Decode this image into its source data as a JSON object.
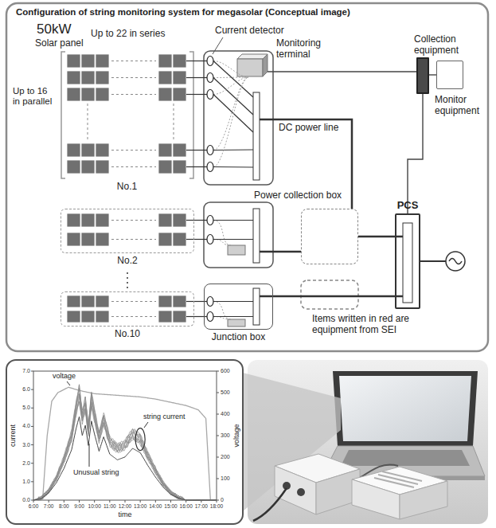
{
  "diagram": {
    "title": "Configuration of string monitoring system for megasolar (Conceptual image)",
    "nodes": [
      {
        "text": [
          "No.1"
        ]
      },
      {
        "text": [
          "No.2"
        ]
      },
      {
        "text": [
          "No.10"
        ]
      },
      {
        "text": [
          "Junction box"
        ]
      },
      {
        "text": [
          "Power collection box"
        ]
      },
      {
        "text": [
          "PCS"
        ]
      },
      {
        "text": [
          "Collection equipment"
        ]
      },
      {
        "text": [
          "Monitor equipment"
        ]
      }
    ],
    "edges": [
      {
        "from": 3,
        "to": 5,
        "arrow": "none"
      },
      {
        "from": 4,
        "to": 5,
        "arrow": "none"
      },
      {
        "from": 5,
        "to": 6,
        "arrow": "none"
      },
      {
        "from": 6,
        "to": 7,
        "arrow": "none"
      }
    ],
    "labels": [
      "50kW",
      "Up to 22 in series",
      "Solar panel",
      "Up to 16 in parallel",
      "Current detector",
      "Monitoring terminal",
      "DC power line",
      "Items written in red are equipment from SEI",
      "voltage",
      "string current",
      "Unusual string",
      "current",
      "voltage",
      "time",
      "7.0",
      "6.0",
      "5.0",
      "4.0",
      "3.0",
      "2.0",
      "1.0",
      "0.0",
      "600",
      "500",
      "400",
      "300",
      "200",
      "100",
      "0",
      "6:00",
      "7:00",
      "8:00",
      "9:00",
      "10:00",
      "11:00",
      "12:00",
      "13:00",
      "14:00",
      "15:00",
      "16:00",
      "17:00",
      "18:00"
    ]
  }
}
